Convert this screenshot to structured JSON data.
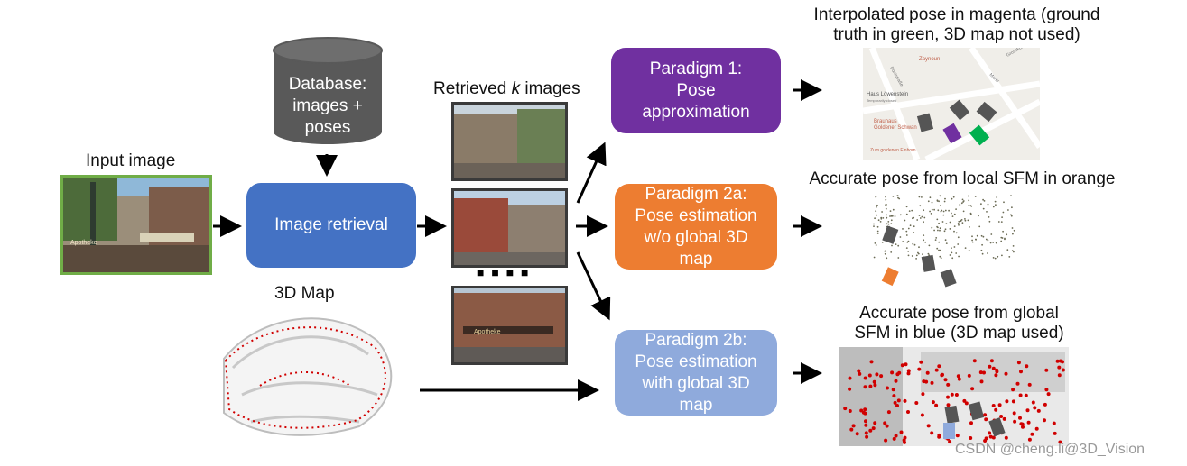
{
  "input": {
    "label": "Input image",
    "shop_text": "Apotheke"
  },
  "database": {
    "label": "Database:\nimages +\nposes"
  },
  "retrieval": {
    "label": "Image retrieval"
  },
  "map3d": {
    "label": "3D Map"
  },
  "retrieved": {
    "label_prefix": "Retrieved ",
    "label_k": "k",
    "label_suffix": " images",
    "dots": "■ ■ ■ ■",
    "shop_text": "Apotheke"
  },
  "paradigms": [
    {
      "label": "Paradigm 1:\nPose\napproximation",
      "color": "#7030a0"
    },
    {
      "label": "Paradigm 2a:\nPose estimation\nw/o global 3D\nmap",
      "color": "#ed7d31"
    },
    {
      "label": "Paradigm 2b:\nPose estimation\nwith global 3D\nmap",
      "color": "#8faadc"
    }
  ],
  "results": [
    {
      "label": "Interpolated pose in magenta (ground\ntruth in green, 3D map not used)"
    },
    {
      "label": "Accurate pose from local SFM in orange"
    },
    {
      "label": "Accurate pose from global\nSFM in blue (3D map used)"
    }
  ],
  "map": {
    "streets": [
      "Pontstraße",
      "Zaynoun",
      "Markt",
      "Grosskölnstr",
      "Haus Löwenstein",
      "Temporarily closed",
      "Brauhaus",
      "Goldener Schwan",
      "Zum goldenen Einhorn"
    ]
  },
  "watermark": "CSDN @cheng.li@3D_Vision",
  "colors": {
    "retrieval": "#4472c4",
    "database": "#595959",
    "input_border": "#70ad47",
    "magenta": "#7030a0",
    "green": "#00b050",
    "orange": "#ed7d31",
    "blue": "#8faadc",
    "points": "#d00000"
  }
}
